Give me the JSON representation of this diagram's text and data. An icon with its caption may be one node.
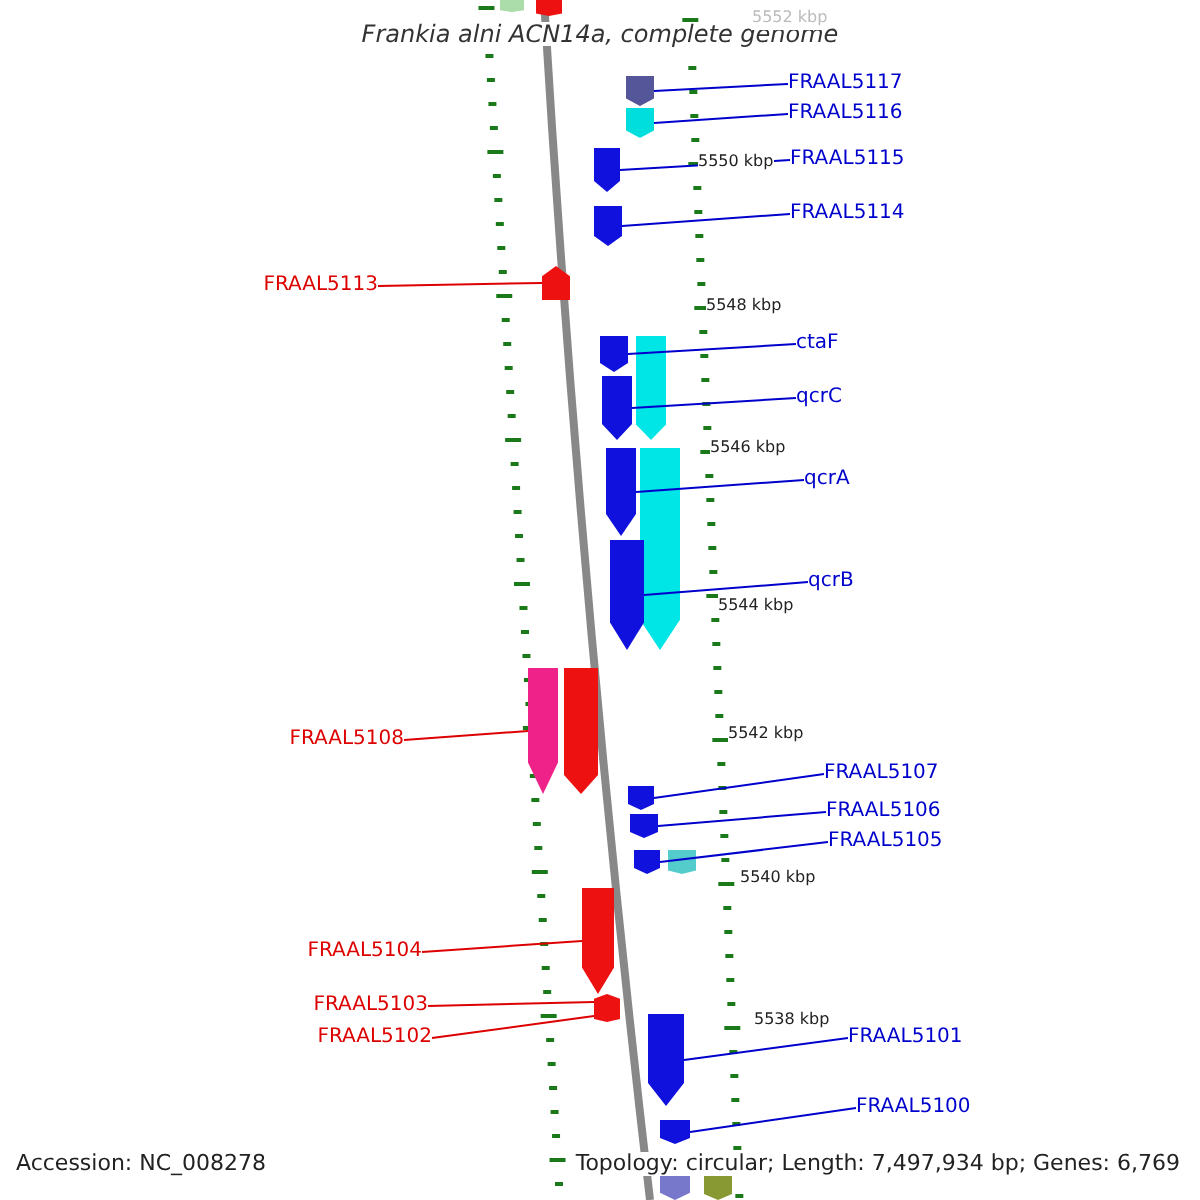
{
  "diagram": {
    "title": "Frankia alni ACN14a, complete genome",
    "nodes": [
      {
        "text": [
          "FRAAL5117"
        ]
      },
      {
        "text": [],
        "shape": "pentagon"
      },
      {
        "text": [
          "FRAAL5116"
        ]
      },
      {
        "text": [],
        "shape": "pentagon"
      },
      {
        "text": [
          "FRAAL5115"
        ]
      },
      {
        "text": [],
        "shape": "pentagon"
      },
      {
        "text": [
          "FRAAL5114"
        ]
      },
      {
        "text": [],
        "shape": "pentagon"
      },
      {
        "text": [
          "FRAAL5113"
        ]
      },
      {
        "text": [],
        "shape": "pentagon"
      },
      {
        "text": [
          "ctaF"
        ]
      },
      {
        "text": [],
        "shape": "pentagon"
      },
      {
        "text": [
          "qcrC"
        ]
      },
      {
        "text": [],
        "shape": "pentagon"
      },
      {
        "text": [
          "qcrA"
        ]
      },
      {
        "text": [],
        "shape": "pentagon"
      },
      {
        "text": [
          "qcrB"
        ]
      },
      {
        "text": [],
        "shape": "pentagon"
      },
      {
        "text": [
          "FRAAL5108"
        ]
      },
      {
        "text": [],
        "shape": "pentagon"
      },
      {
        "text": [
          "FRAAL5107"
        ]
      },
      {
        "text": [],
        "shape": "pentagon"
      },
      {
        "text": [
          "FRAAL5106"
        ]
      },
      {
        "text": [],
        "shape": "pentagon"
      },
      {
        "text": [
          "FRAAL5105"
        ]
      },
      {
        "text": [],
        "shape": "pentagon"
      },
      {
        "text": [
          "FRAAL5104"
        ]
      },
      {
        "text": [],
        "shape": "pentagon"
      },
      {
        "text": [
          "FRAAL5103"
        ]
      },
      {
        "text": [],
        "shape": "pentagon"
      },
      {
        "text": [
          "FRAAL5102"
        ]
      },
      {
        "text": [],
        "shape": "pentagon"
      },
      {
        "text": [
          "FRAAL5101"
        ]
      },
      {
        "text": [],
        "shape": "pentagon"
      },
      {
        "text": [
          "FRAAL5100"
        ]
      },
      {
        "text": [],
        "shape": "pentagon"
      }
    ],
    "edges": [
      {
        "from": 0,
        "to": 1,
        "arrow": "none"
      },
      {
        "from": 2,
        "to": 3,
        "arrow": "none"
      },
      {
        "from": 4,
        "to": 5,
        "arrow": "none"
      },
      {
        "from": 6,
        "to": 7,
        "arrow": "none"
      },
      {
        "from": 8,
        "to": 9,
        "arrow": "none",
        "color": "#dd0000"
      },
      {
        "from": 10,
        "to": 11,
        "arrow": "none"
      },
      {
        "from": 12,
        "to": 13,
        "arrow": "none"
      },
      {
        "from": 14,
        "to": 15,
        "arrow": "none"
      },
      {
        "from": 16,
        "to": 17,
        "arrow": "none"
      },
      {
        "from": 18,
        "to": 19,
        "arrow": "none",
        "color": "#dd0000"
      },
      {
        "from": 20,
        "to": 21,
        "arrow": "none"
      },
      {
        "from": 22,
        "to": 23,
        "arrow": "none"
      },
      {
        "from": 24,
        "to": 25,
        "arrow": "none"
      },
      {
        "from": 26,
        "to": 27,
        "arrow": "none",
        "color": "#dd0000"
      },
      {
        "from": 28,
        "to": 29,
        "arrow": "none",
        "color": "#dd0000"
      },
      {
        "from": 30,
        "to": 31,
        "arrow": "none",
        "color": "#dd0000"
      },
      {
        "from": 32,
        "to": 33,
        "arrow": "none"
      },
      {
        "from": 34,
        "to": 35,
        "arrow": "none"
      }
    ],
    "labels": [
      "5552 kbp",
      "5550 kbp",
      "5548 kbp",
      "5546 kbp",
      "5544 kbp",
      "5542 kbp",
      "5540 kbp",
      "5538 kbp",
      "Accession: NC_008278",
      "Topology: circular; Length: 7,497,934 bp; Genes: 6,769"
    ]
  }
}
